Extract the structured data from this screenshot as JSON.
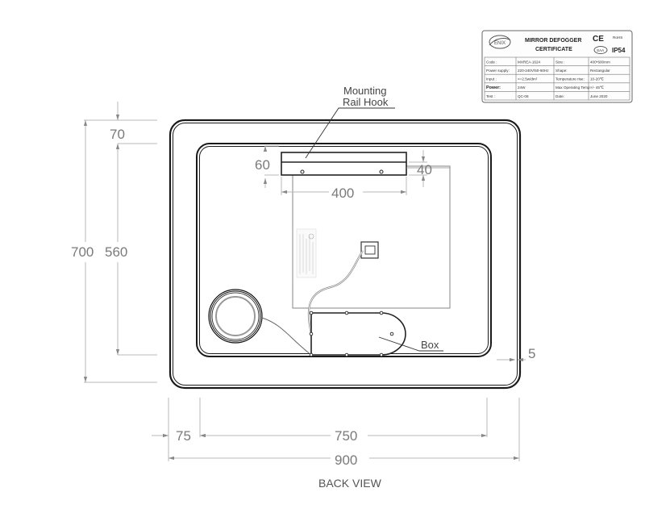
{
  "drawing": {
    "caption": "BACK VIEW",
    "callouts": {
      "rail_hook_line1": "Mounting",
      "rail_hook_line2": "Rail Hook",
      "box": "Box"
    },
    "dimensions": {
      "top_margin": "70",
      "overall_height": "700",
      "inner_height": "560",
      "rail_height": "60",
      "rail_offset": "40",
      "rail_width": "400",
      "edge_gap": "5",
      "left_margin": "75",
      "inner_width": "750",
      "overall_width": "900"
    },
    "colors": {
      "outline": "#1a1a1a",
      "dimension_line": "#b8b8b8",
      "dimension_text": "#7a7a7a"
    }
  },
  "certificate": {
    "logo": "ENIX",
    "title_line1": "MIRROR DEFOGGER",
    "title_line2": "CERTIFICATE",
    "marks": {
      "ce": "CE",
      "rohs": "RoHS",
      "saa": "SAA",
      "ip": "IP54"
    },
    "rows": [
      {
        "label1": "Code :",
        "value1": "MXREA-1624",
        "label2": "Size :",
        "value2": "400*600mm"
      },
      {
        "label1": "Power supply:",
        "value1": "220-240V/50-60Hz",
        "label2": "Shape:",
        "value2": "Rectangular"
      },
      {
        "label1": "Input :",
        "value1": "<=2.5w/dm²",
        "label2": "Temperature rise:",
        "value2": "10-20℃"
      },
      {
        "label1": "Power:",
        "value1": "24W",
        "label2": "Max Operating Temp:",
        "value2": "+/- 45℃"
      },
      {
        "label1": "Test :",
        "value1": "QC-08",
        "label2": "Date:",
        "value2": "June 2020"
      }
    ]
  }
}
